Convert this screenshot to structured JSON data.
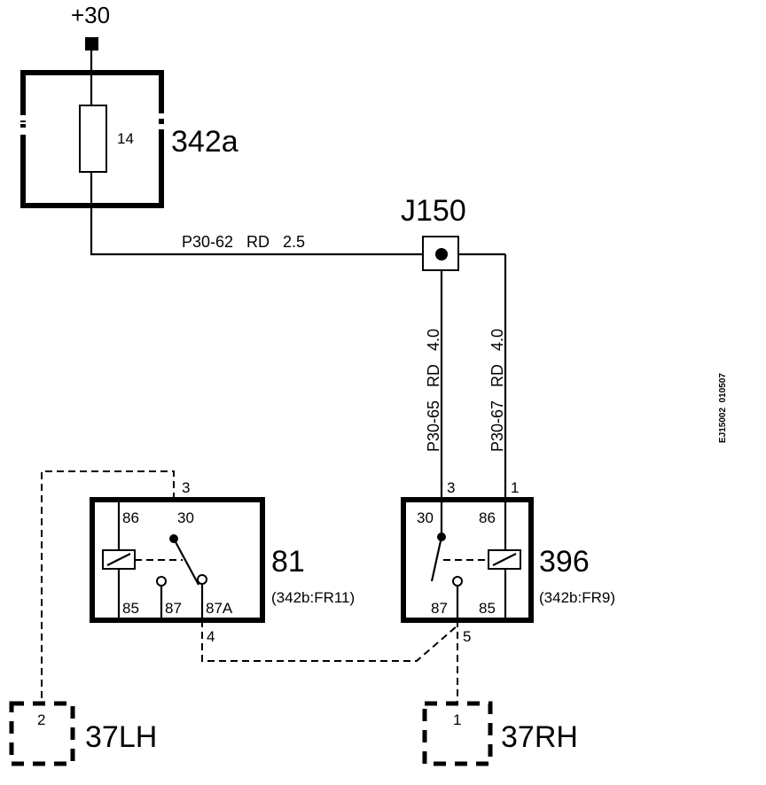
{
  "supply": {
    "label": "+30"
  },
  "fuse": {
    "id": "342a",
    "number": "14"
  },
  "junction": {
    "id": "J150"
  },
  "wires": {
    "main": "P30-62   RD   2.5",
    "left_vertical": "P30-65   RD   4.0",
    "right_vertical": "P30-67   RD   4.0"
  },
  "relay_81": {
    "id": "81",
    "ref": "(342b:FR11)",
    "pins": {
      "p86": "86",
      "p30": "30",
      "p85": "85",
      "p87": "87",
      "p87a": "87A"
    },
    "terminals": {
      "t3": "3",
      "t4": "4"
    }
  },
  "relay_396": {
    "id": "396",
    "ref": "(342b:FR9)",
    "pins": {
      "p30": "30",
      "p86": "86",
      "p87": "87",
      "p85": "85"
    },
    "terminals": {
      "t3": "3",
      "t1": "1",
      "t5": "5"
    }
  },
  "connectors": {
    "lh": {
      "id": "37LH",
      "pin": "2"
    },
    "rh": {
      "id": "37RH",
      "pin": "1"
    }
  },
  "side_code": "EJ15002  010507"
}
